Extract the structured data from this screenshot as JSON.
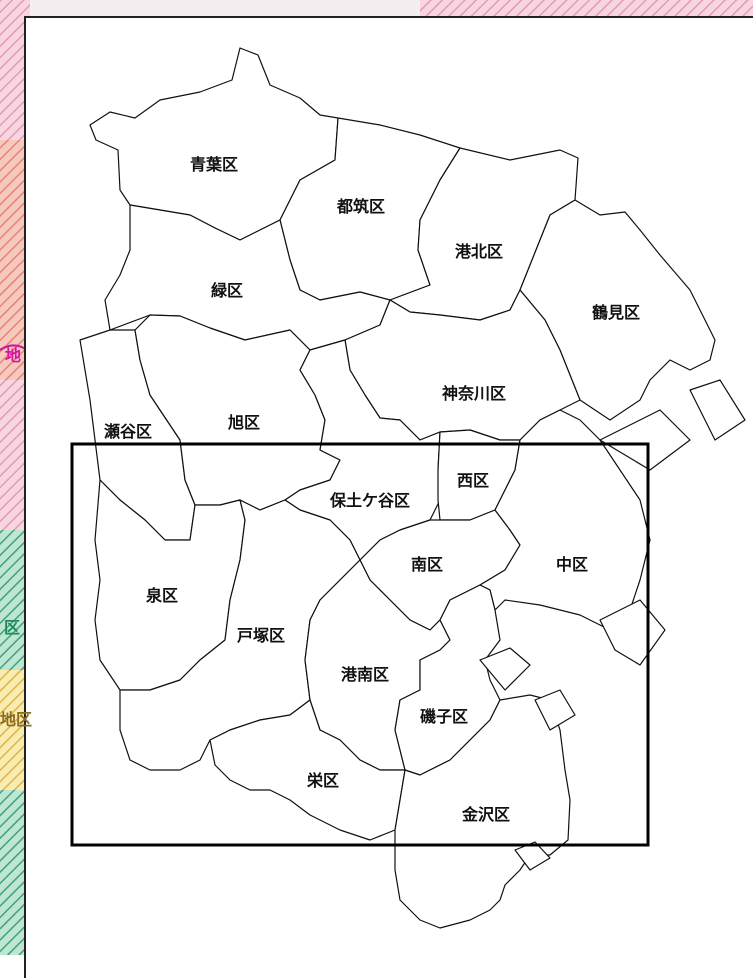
{
  "wards": [
    {
      "id": "aoba",
      "label": "青葉区"
    },
    {
      "id": "tsuzuki",
      "label": "都筑区"
    },
    {
      "id": "kohoku",
      "label": "港北区"
    },
    {
      "id": "tsurumi",
      "label": "鶴見区"
    },
    {
      "id": "midori",
      "label": "緑区"
    },
    {
      "id": "kanagawa",
      "label": "神奈川区"
    },
    {
      "id": "seya",
      "label": "瀬谷区"
    },
    {
      "id": "asahi",
      "label": "旭区"
    },
    {
      "id": "hodogaya",
      "label": "保土ケ谷区"
    },
    {
      "id": "nishi",
      "label": "西区"
    },
    {
      "id": "minami",
      "label": "南区"
    },
    {
      "id": "naka",
      "label": "中区"
    },
    {
      "id": "izumi",
      "label": "泉区"
    },
    {
      "id": "totsuka",
      "label": "戸塚区"
    },
    {
      "id": "konan",
      "label": "港南区"
    },
    {
      "id": "isogo",
      "label": "磯子区"
    },
    {
      "id": "sakae",
      "label": "栄区"
    },
    {
      "id": "kanazawa",
      "label": "金沢区"
    }
  ],
  "edge_labels": {
    "top": "地",
    "mid": "区",
    "low": "地区"
  },
  "colors": {
    "hatch_red": "#e8836f",
    "hatch_pink": "#f4b6c8",
    "hatch_green": "#6cc09a",
    "hatch_yellow": "#f2e27a",
    "magenta": "#d4159a",
    "frame": "#000000"
  }
}
